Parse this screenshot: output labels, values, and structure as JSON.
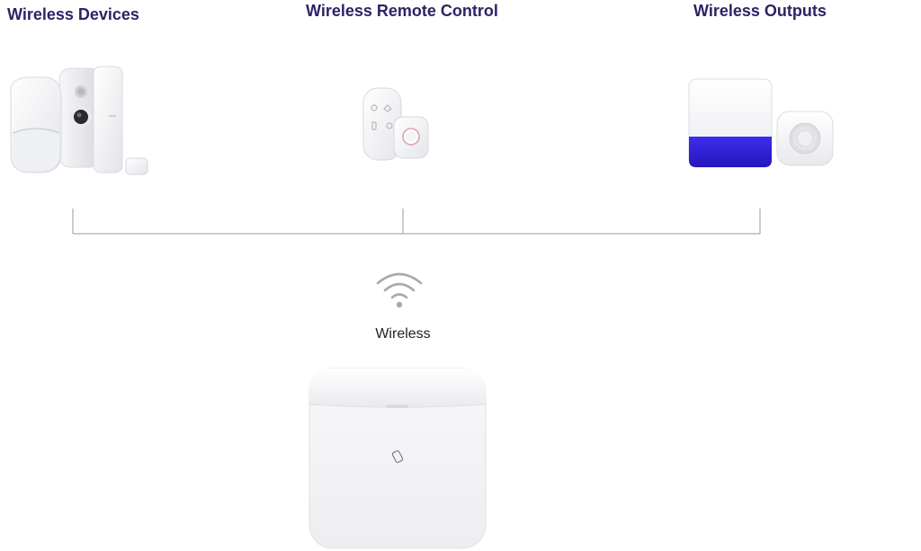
{
  "categories": {
    "devices": {
      "title": "Wireless Devices"
    },
    "remote": {
      "title": "Wireless Remote Control"
    },
    "outputs": {
      "title": "Wireless Outputs"
    }
  },
  "link": {
    "label": "Wireless"
  },
  "icons": {
    "wifi": "wifi-icon",
    "hub": "control-panel-hub"
  },
  "colors": {
    "heading": "#2b2466",
    "siren_accent": "#2f1fd6",
    "line": "#9a9a9a"
  }
}
